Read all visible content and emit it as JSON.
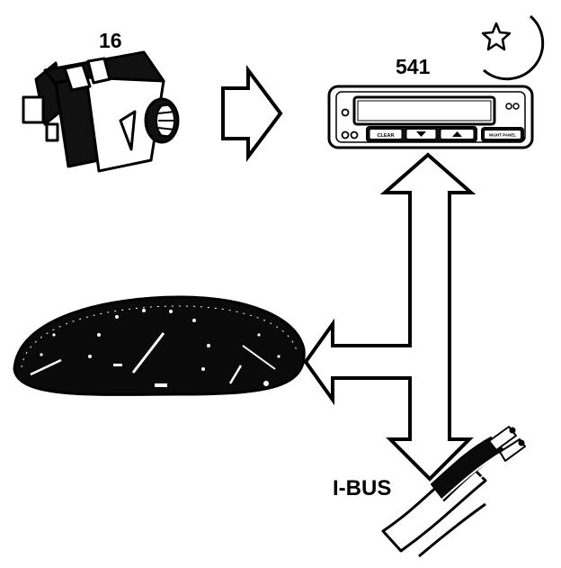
{
  "labels": {
    "switch_number": "16",
    "module_number": "541",
    "bus_label": "I-BUS"
  },
  "module": {
    "clear_button": "CLEAR",
    "night_panel_button": "NIGHT PANEL"
  },
  "icons": [
    "night-moon-star-icon",
    "arrow-right-icon",
    "double-arrow-vertical-icon",
    "arrow-left-icon",
    "down-triangle-icon",
    "up-triangle-icon"
  ],
  "colors": {
    "ink": "#000000",
    "paper": "#ffffff"
  }
}
